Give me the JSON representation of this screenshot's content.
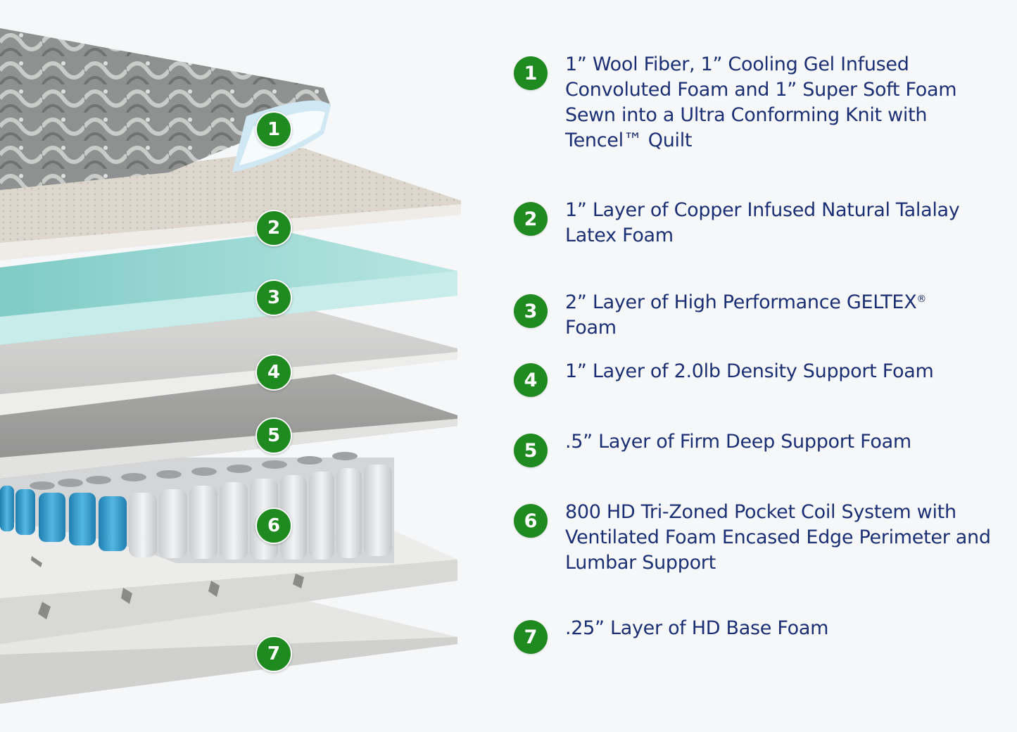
{
  "colors": {
    "badge": "#1f8a1f",
    "text": "#1b2f74",
    "background": "#f6f7f9",
    "gel_foam": "#a7dcd8",
    "latex_foam": "#ddd8cf",
    "coil_blue": "#3a9fd0",
    "coil_white": "#e4e6e8"
  },
  "layers": [
    {
      "number": "1",
      "text": "1” Wool Fiber, 1” Cooling Gel Infused Convoluted Foam and 1” Super Soft Foam Sewn into a Ultra Conforming Knit with Tencel™ Quilt"
    },
    {
      "number": "2",
      "text": "1” Layer of Copper Infused Natural Talalay Latex Foam"
    },
    {
      "number": "3",
      "text": "2” Layer of High Performance GELTEX",
      "mark": "®",
      "text_after": "Foam"
    },
    {
      "number": "4",
      "text": "1” Layer of 2.0lb Density Support Foam"
    },
    {
      "number": "5",
      "text": ".5” Layer of Firm Deep Support Foam"
    },
    {
      "number": "6",
      "text": "800 HD Tri-Zoned Pocket Coil System with Ventilated Foam Encased Edge Perimeter and Lumbar Support"
    },
    {
      "number": "7",
      "text": ".25” Layer of HD Base Foam"
    }
  ]
}
